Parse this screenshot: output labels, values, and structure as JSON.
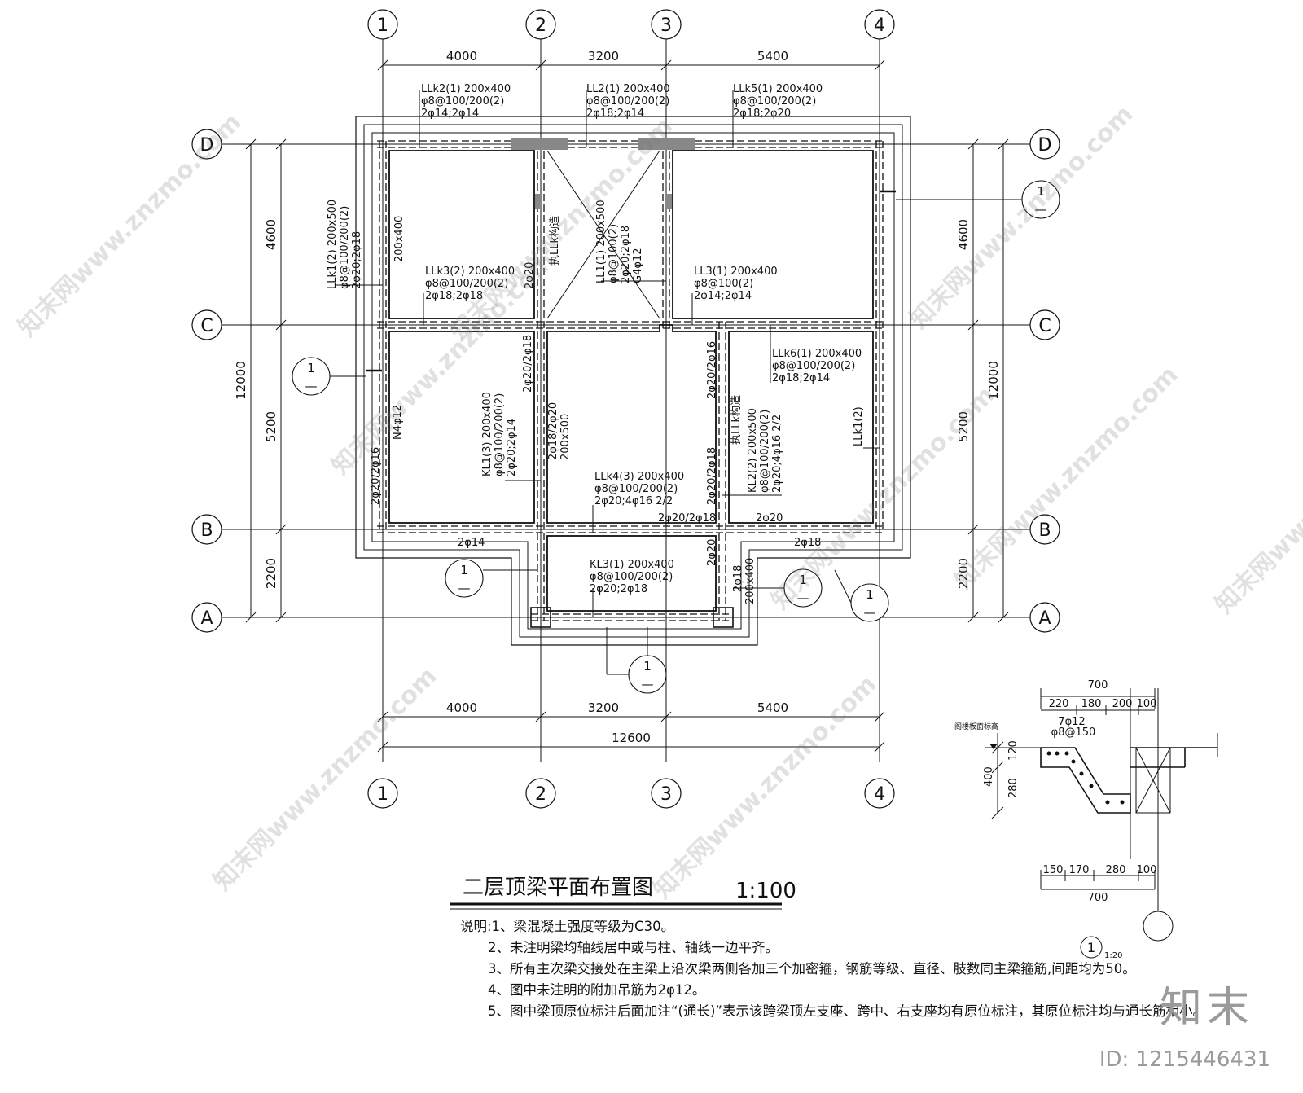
{
  "axes": {
    "numbers": [
      "1",
      "2",
      "3",
      "4"
    ],
    "letters": [
      "D",
      "C",
      "B",
      "A"
    ]
  },
  "dims": {
    "top": [
      "4000",
      "3200",
      "5400"
    ],
    "bottom": [
      "4000",
      "3200",
      "5400"
    ],
    "total_h": "12600",
    "left_v": [
      "4600",
      "5200",
      "2200"
    ],
    "total_v": "12000"
  },
  "beams": {
    "llk2": [
      "LLk2(1) 200x400",
      "φ8@100/200(2)",
      "2φ14;2φ14"
    ],
    "ll2": [
      "LL2(1) 200x400",
      "φ8@100/200(2)",
      "2φ18;2φ14"
    ],
    "llk5": [
      "LLk5(1) 200x400",
      "φ8@100/200(2)",
      "2φ18;2φ20"
    ],
    "llk1": [
      "LLk1(2) 200x500",
      "φ8@100/200(2)",
      "2φ20;2φ18"
    ],
    "llk3": [
      "LLk3(2) 200x400",
      "φ8@100/200(2)",
      "2φ18;2φ18"
    ],
    "ll1": [
      "LL1(1) 200x500",
      "φ8@100(2)",
      "2φ20;2φ18",
      "G4φ12"
    ],
    "ll3": [
      "LL3(1) 200x400",
      "φ8@100(2)",
      "2φ14;2φ14"
    ],
    "llk6": [
      "LLk6(1) 200x400",
      "φ8@100/200(2)",
      "2φ18;2φ14"
    ],
    "kl1": [
      "KL1(3) 200x400",
      "φ8@100/200(2)",
      "2φ20;2φ14"
    ],
    "llk4": [
      "LLk4(3) 200x400",
      "φ8@100/200(2)",
      "2φ20;4φ16 2/2"
    ],
    "kl2": [
      "KL2(2) 200x500",
      "φ8@100/200(2)",
      "2φ20;4φ16 2/2"
    ],
    "kl3": [
      "KL3(1) 200x400",
      "φ8@100/200(2)",
      "2φ20;2φ18"
    ]
  },
  "labels": {
    "s200x400": "200x400",
    "s200x500": "200x500",
    "s2x20": "2φ20",
    "s2x14": "2φ14",
    "s2x18": "2φ18",
    "n4x12": "N4φ12",
    "s2020_18": "2φ20/2φ18",
    "s2020_16": "2φ20/2φ16",
    "s1818_20": "2φ18/2φ20",
    "llk1b": "LLk1(2)",
    "structwall": "执LLk构造",
    "sec_num": "1",
    "sec_dash": "—"
  },
  "title": {
    "main": "二层顶梁平面布置图",
    "scale": "1:100"
  },
  "detail": {
    "top_total": "700",
    "top_parts": [
      "220",
      "180",
      "200",
      "100"
    ],
    "bar1": "7φ12",
    "bar2": "φ8@150",
    "floor_label": "阁楼板面标高",
    "v_parts": [
      "120",
      "280"
    ],
    "v_total": "400",
    "bottom_parts": [
      "150",
      "170",
      "280",
      "100"
    ],
    "bottom_total": "700",
    "mark": "1",
    "mark_scale": "1:20"
  },
  "notes": [
    "说明:1、梁混凝土强度等级为C30。",
    "2、未注明梁均轴线居中或与柱、轴线一边平齐。",
    "3、所有主次梁交接处在主梁上沿次梁两侧各加三个加密箍，钢筋等级、直径、肢数同主梁箍筋,间距均为50。",
    "4、图中未注明的附加吊筋为2φ12。",
    "5、图中梁顶原位标注后面加注“(通长)”表示该跨梁顶左支座、跨中、右支座均有原位标注，其原位标注均与通长筋相小。"
  ],
  "watermark": "知末网www.znzmo.com",
  "brand": "知末",
  "brand_id": "ID: 1215446431"
}
